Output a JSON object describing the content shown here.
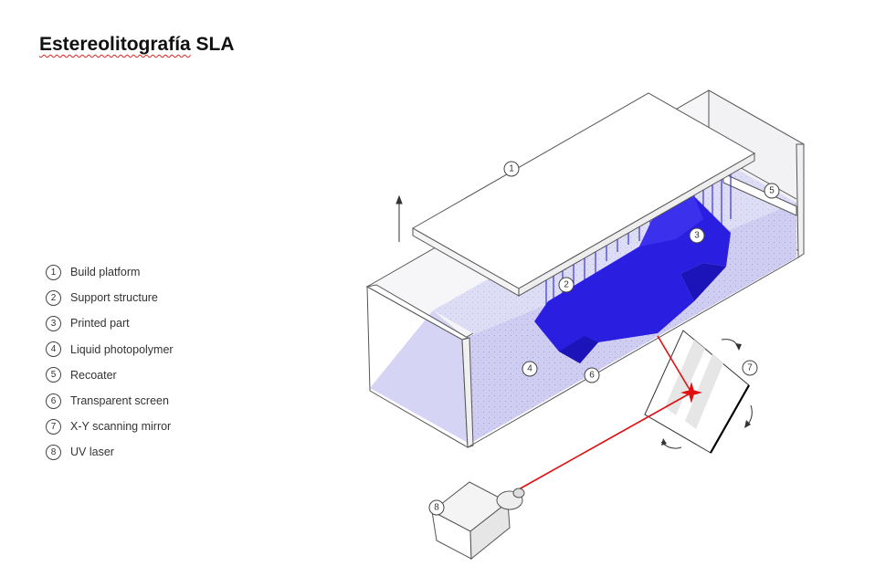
{
  "title": {
    "underlined": "Estereolitografía",
    "rest": " SLA"
  },
  "legend": [
    {
      "num": "1",
      "label": "Build platform"
    },
    {
      "num": "2",
      "label": "Support structure"
    },
    {
      "num": "3",
      "label": "Printed part"
    },
    {
      "num": "4",
      "label": "Liquid photopolymer"
    },
    {
      "num": "5",
      "label": "Recoater"
    },
    {
      "num": "6",
      "label": "Transparent screen"
    },
    {
      "num": "7",
      "label": "X-Y scanning mirror"
    },
    {
      "num": "8",
      "label": "UV laser"
    }
  ],
  "callouts": [
    "1",
    "2",
    "3",
    "4",
    "5",
    "6",
    "7",
    "8"
  ],
  "colors": {
    "part": "#2a1ee0",
    "resin": "#d4d2f4",
    "laser": "#e01010",
    "outline": "#555555"
  }
}
